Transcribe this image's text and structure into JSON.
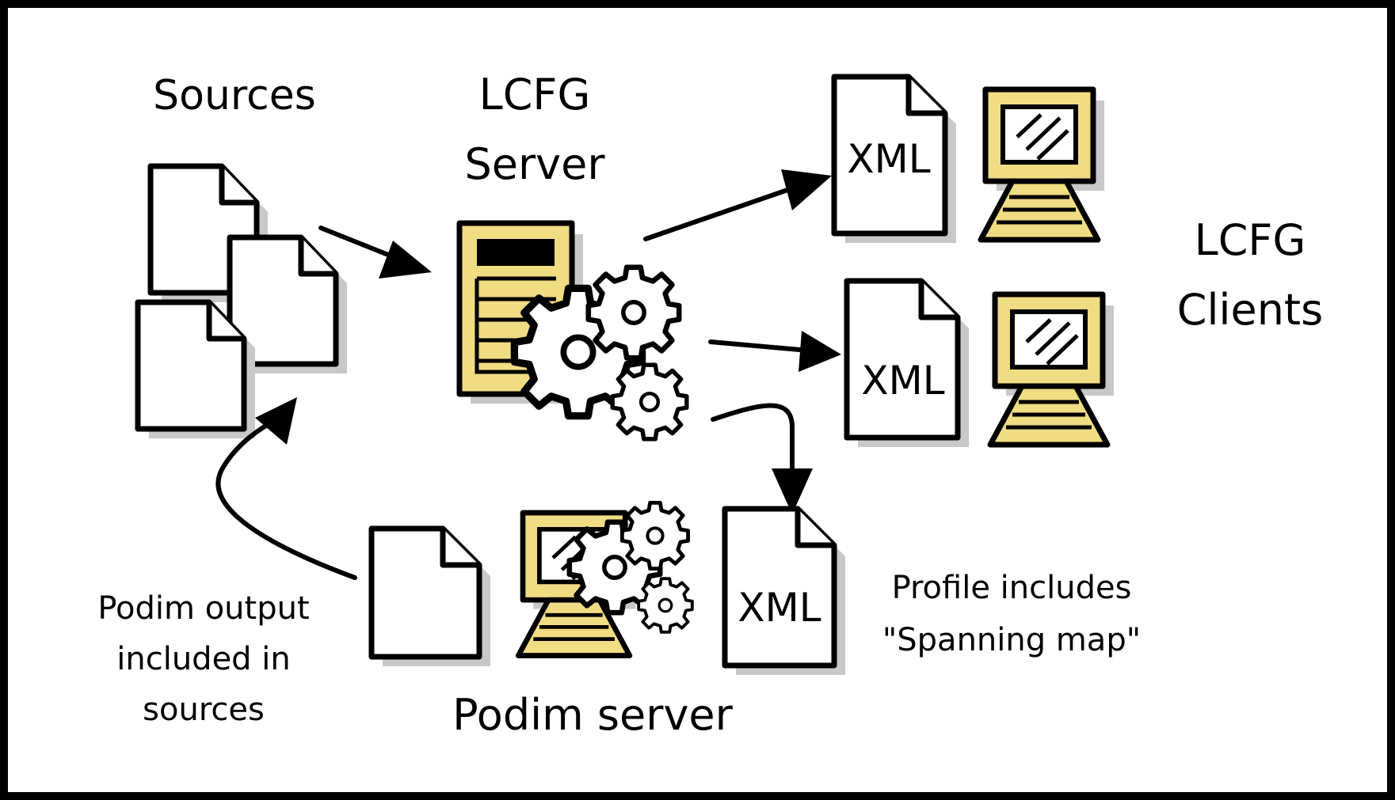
{
  "labels": {
    "sources": "Sources",
    "lcfg_server_line1": "LCFG",
    "lcfg_server_line2": "Server",
    "lcfg_clients_line1": "LCFG",
    "lcfg_clients_line2": "Clients",
    "xml": "XML",
    "podim_output_line1": "Podim output",
    "podim_output_line2": "included in",
    "podim_output_line3": "sources",
    "podim_server": "Podim server",
    "profile_line1": "Profile includes",
    "profile_line2": "\"Spanning map\""
  },
  "colors": {
    "background_frame": "#000000",
    "canvas": "#ffffff",
    "accent_yellow": "#f0dc82",
    "shadow": "#c8c8c8"
  },
  "icons": [
    "document-icon",
    "server-icon",
    "gear-icon",
    "computer-icon",
    "arrow-icon"
  ]
}
